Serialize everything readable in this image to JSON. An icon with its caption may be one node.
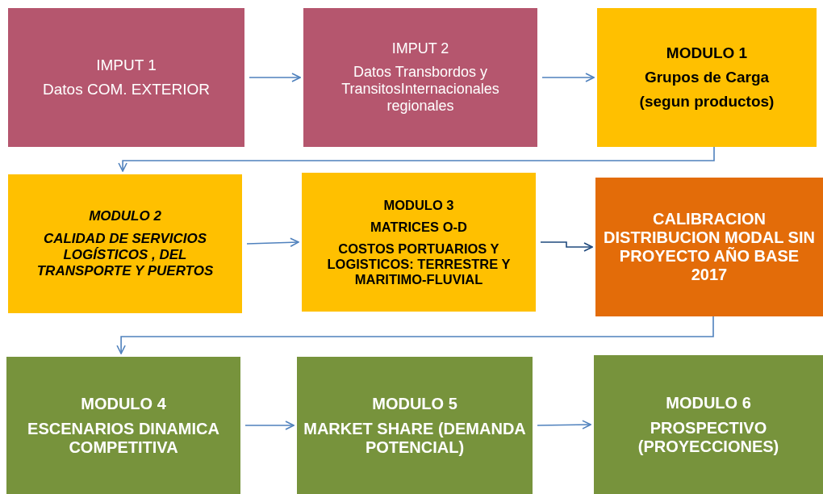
{
  "diagram": {
    "nodes": [
      {
        "text": [
          "IMPUT 1",
          "Datos COM. EXTERIOR"
        ]
      },
      {
        "text": [
          "IMPUT 2",
          "Datos Transbordos y TransitosInternacionales regionales"
        ]
      },
      {
        "text": [
          "MODULO 1",
          "Grupos de Carga",
          "(segun productos)"
        ]
      },
      {
        "text": [
          "MODULO 2",
          "CALIDAD DE SERVICIOS LOGÍSTICOS , DEL TRANSPORTE Y PUERTOS"
        ]
      },
      {
        "text": [
          "MODULO 3",
          "MATRICES O-D",
          "COSTOS PORTUARIOS Y LOGISTICOS: TERRESTRE Y MARITIMO-FLUVIAL"
        ]
      },
      {
        "text": [
          "CALIBRACION DISTRIBUCION MODAL SIN PROYECTO AÑO BASE 2017"
        ]
      },
      {
        "text": [
          "MODULO 4",
          "ESCENARIOS DINAMICA COMPETITIVA"
        ]
      },
      {
        "text": [
          "MODULO 5",
          "MARKET SHARE (DEMANDA POTENCIAL)"
        ]
      },
      {
        "text": [
          "MODULO 6",
          "PROSPECTIVO (PROYECCIONES)"
        ]
      }
    ],
    "edges": [
      {
        "from": 0,
        "to": 1,
        "arrow": "to"
      },
      {
        "from": 1,
        "to": 2,
        "arrow": "to"
      },
      {
        "from": 2,
        "to": 3,
        "arrow": "to"
      },
      {
        "from": 3,
        "to": 4,
        "arrow": "to"
      },
      {
        "from": 4,
        "to": 5,
        "arrow": "to",
        "color": "#1f497d"
      },
      {
        "from": 5,
        "to": 6,
        "arrow": "to"
      },
      {
        "from": 6,
        "to": 7,
        "arrow": "to"
      },
      {
        "from": 7,
        "to": 8,
        "arrow": "to"
      }
    ]
  }
}
